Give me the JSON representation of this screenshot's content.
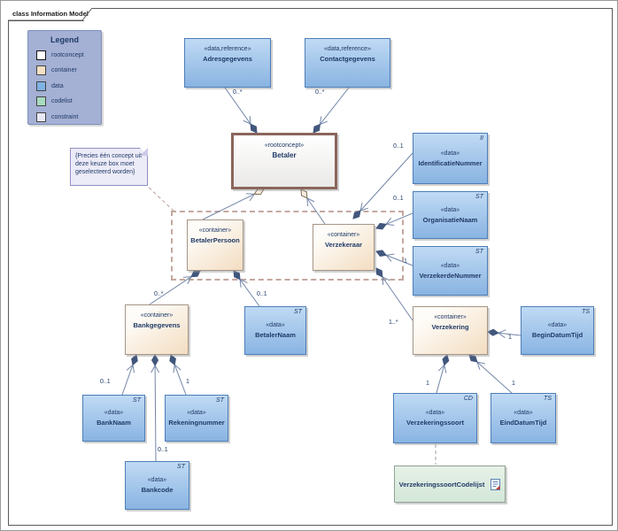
{
  "frame": {
    "tab_label": "class Information Model"
  },
  "legend": {
    "title": "Legend",
    "items": [
      {
        "label": "rootconcept",
        "color": "#ffffff"
      },
      {
        "label": "container",
        "color": "#f5e0c5"
      },
      {
        "label": "data",
        "color": "#7fb2e5"
      },
      {
        "label": "codelist",
        "color": "#a9dcbf"
      },
      {
        "label": "constraint",
        "color": "#e9e9f8"
      }
    ]
  },
  "note": {
    "text": "{Precies één concept uit\ndeze keuze box moet\ngeselecteerd worden}"
  },
  "nodes": {
    "adresgegevens": {
      "stereotype": "«data,reference»",
      "name": "Adresgegevens",
      "type_code": ""
    },
    "contactgegevens": {
      "stereotype": "«data,reference»",
      "name": "Contactgegevens",
      "type_code": ""
    },
    "betaler": {
      "stereotype": "«rootconcept»",
      "name": "Betaler",
      "type_code": ""
    },
    "betalerpersoon": {
      "stereotype": "«container»",
      "name": "BetalerPersoon",
      "type_code": ""
    },
    "verzekeraar": {
      "stereotype": "«container»",
      "name": "Verzekeraar",
      "type_code": ""
    },
    "identificatienummer": {
      "stereotype": "«data»",
      "name": "IdentificatieNummer",
      "type_code": "II"
    },
    "organisatienaam": {
      "stereotype": "«data»",
      "name": "OrganisatieNaam",
      "type_code": "ST"
    },
    "verzekerdenummer": {
      "stereotype": "«data»",
      "name": "VerzekerdeNummer",
      "type_code": "ST"
    },
    "verzekering": {
      "stereotype": "«container»",
      "name": "Verzekering",
      "type_code": ""
    },
    "begindatumtijd": {
      "stereotype": "«data»",
      "name": "BeginDatumTijd",
      "type_code": "TS"
    },
    "bankgegevens": {
      "stereotype": "«container»",
      "name": "Bankgegevens",
      "type_code": ""
    },
    "betalernaam": {
      "stereotype": "«data»",
      "name": "BetalerNaam",
      "type_code": "ST"
    },
    "banknaam": {
      "stereotype": "«data»",
      "name": "BankNaam",
      "type_code": "ST"
    },
    "rekeningnummer": {
      "stereotype": "«data»",
      "name": "Rekeningnummer",
      "type_code": "ST"
    },
    "bankcode": {
      "stereotype": "«data»",
      "name": "Bankcode",
      "type_code": "ST"
    },
    "verzekeringssoort": {
      "stereotype": "«data»",
      "name": "Verzekeringssoort",
      "type_code": "CD"
    },
    "einddatumtijd": {
      "stereotype": "«data»",
      "name": "EindDatumTijd",
      "type_code": "TS"
    },
    "codelijst": {
      "stereotype": "",
      "name": "VerzekeringssoortCodelijst",
      "type_code": ""
    }
  },
  "multiplicities": {
    "adresgegevens": "0..*",
    "contactgegevens": "0..*",
    "identificatienummer": "0..1",
    "organisatienaam": "0..1",
    "verzekerdenummer": "1",
    "verzekering": "1..*",
    "begindatumtijd": "1",
    "verzekeringssoort": "1",
    "einddatumtijd": "1",
    "bankgegevens": "0..*",
    "betalernaam": "0..1",
    "banknaam": "0..1",
    "rekeningnummer": "1",
    "bankcode": "0..1"
  },
  "colors": {
    "line": "#7486a8",
    "diamond_dark": "#42577d",
    "diamond_light_fill": "#f7ecdc",
    "diamond_light_stroke": "#7d6a57",
    "data_fill": "#9fc5ec",
    "data_border": "#4d7eb8",
    "container_fill": "#f3ddc1",
    "rootconcept_border": "#8a655c",
    "codelist_fill": "#d9ead9",
    "note_fill": "#ecebf8",
    "legend_bg": "#a4b0d4",
    "text": "#1f3a67"
  }
}
